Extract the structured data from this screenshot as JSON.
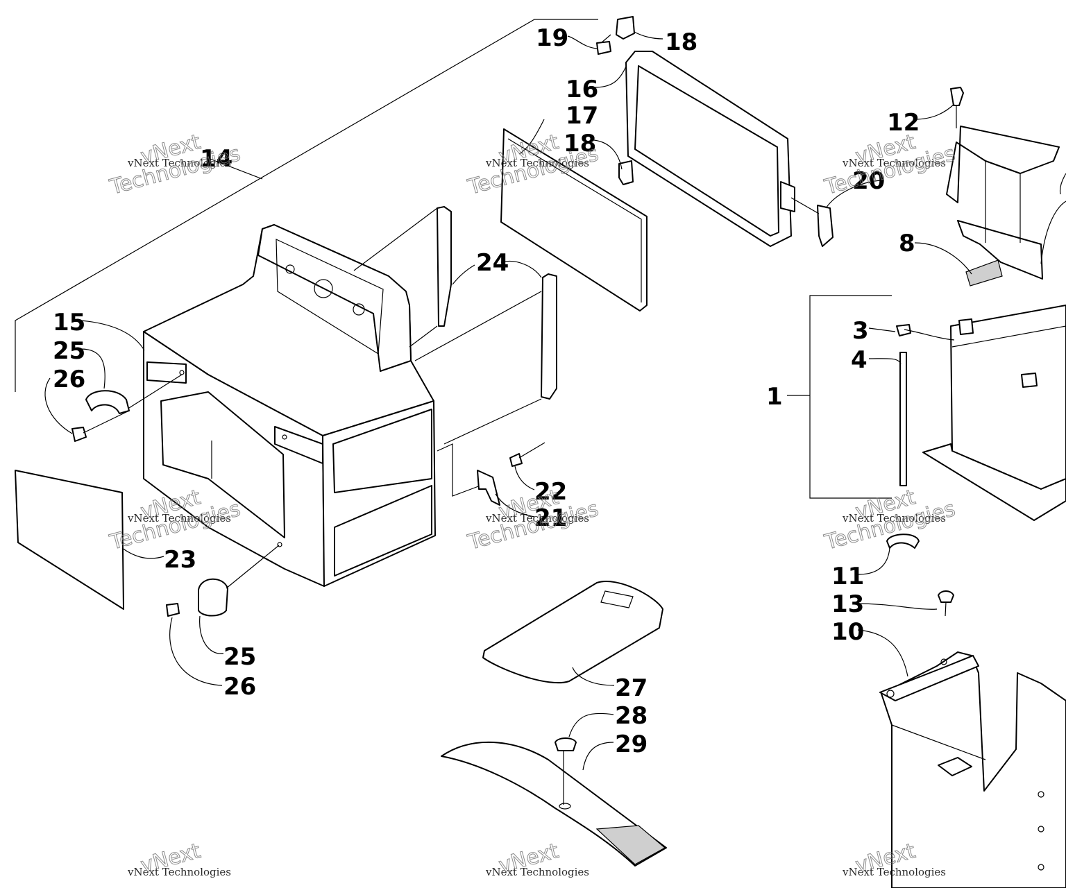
{
  "labels": {
    "l1": "1",
    "l3": "3",
    "l4": "4",
    "l8": "8",
    "l10": "10",
    "l11": "11",
    "l12": "12",
    "l13": "13",
    "l14": "14",
    "l15": "15",
    "l16": "16",
    "l17": "17",
    "l18a": "18",
    "l18b": "18",
    "l19": "19",
    "l20": "20",
    "l21": "21",
    "l22": "22",
    "l23": "23",
    "l24": "24",
    "l25a": "25",
    "l25b": "25",
    "l26a": "26",
    "l26b": "26",
    "l27": "27",
    "l28": "28",
    "l29": "29"
  },
  "watermark": {
    "line1": "vNext Technologies",
    "line2": "Technologies",
    "line3": "vNext"
  }
}
